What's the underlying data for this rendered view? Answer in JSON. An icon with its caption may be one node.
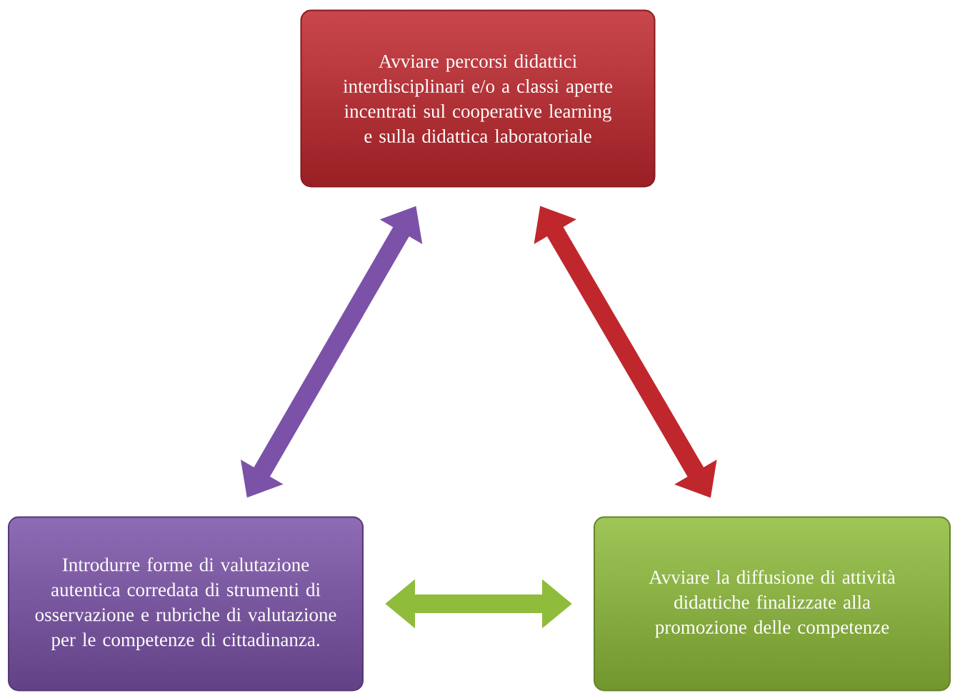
{
  "diagram": {
    "nodes": [
      {
        "text": [
          "Avviare percorsi didattici interdisciplinari e/o a classi aperte incentrati sul cooperative learning e sulla didattica laboratoriale"
        ]
      },
      {
        "text": [
          "Introdurre forme di valutazione autentica corredata di strumenti di osservazione e rubriche di valutazione per le competenze di cittadinanza."
        ]
      },
      {
        "text": [
          "Avviare la diffusione di attività didattiche finalizzate alla promozione delle competenze"
        ]
      }
    ],
    "edges": [
      {
        "from": 1,
        "to": 0,
        "arrow": "both",
        "color": "#7b52a8"
      },
      {
        "from": 0,
        "to": 2,
        "arrow": "both",
        "color": "#c0272d"
      },
      {
        "from": 1,
        "to": 2,
        "arrow": "both",
        "color": "#8fbc3a"
      }
    ]
  }
}
